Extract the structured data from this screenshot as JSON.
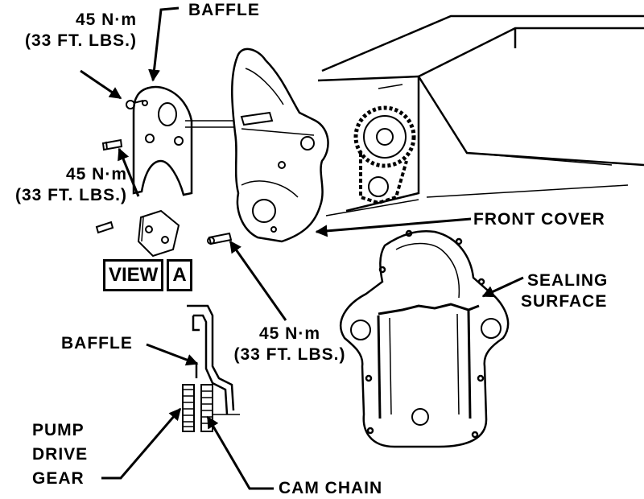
{
  "labels": {
    "torque_top": {
      "nm": "45 N·m",
      "ftlbs": "(33 FT. LBS.)"
    },
    "baffle_top": "BAFFLE",
    "torque_left": {
      "nm": "45 N·m",
      "ftlbs": "(33 FT. LBS.)"
    },
    "front_cover": "FRONT COVER",
    "sealing_surface": [
      "SEALING",
      "SURFACE"
    ],
    "torque_bottom": {
      "nm": "45 N·m",
      "ftlbs": "(33 FT. LBS.)"
    },
    "view": {
      "word": "VIEW",
      "letter": "A"
    },
    "baffle_view": "BAFFLE",
    "pump_drive_gear": [
      "PUMP",
      "DRIVE",
      "GEAR"
    ],
    "cam_chain": "CAM CHAIN"
  },
  "colors": {
    "ink": "#000000",
    "paper": "#ffffff"
  }
}
